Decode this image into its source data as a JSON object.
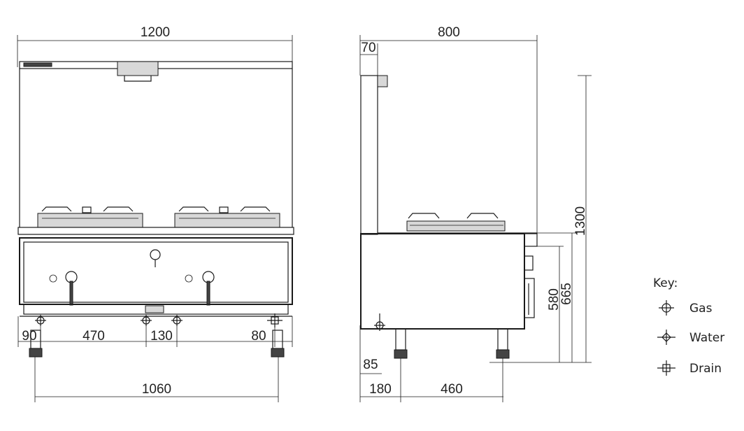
{
  "front_view": {
    "dims": {
      "top_width": "1200",
      "left_offset": "90",
      "center_span": "470",
      "mid_gap": "130",
      "right_offset": "80",
      "base_width": "1060"
    }
  },
  "side_view": {
    "dims": {
      "depth": "800",
      "splash": "70",
      "total_height": "1300",
      "work_height": "665",
      "body_height": "580",
      "foot_height": "85",
      "rear_offset": "180",
      "foot_span": "460"
    }
  },
  "key": {
    "title": "Key:",
    "items": [
      {
        "label": "Gas",
        "icon": "gas-symbol-icon"
      },
      {
        "label": "Water",
        "icon": "water-symbol-icon"
      },
      {
        "label": "Drain",
        "icon": "drain-symbol-icon"
      }
    ]
  }
}
